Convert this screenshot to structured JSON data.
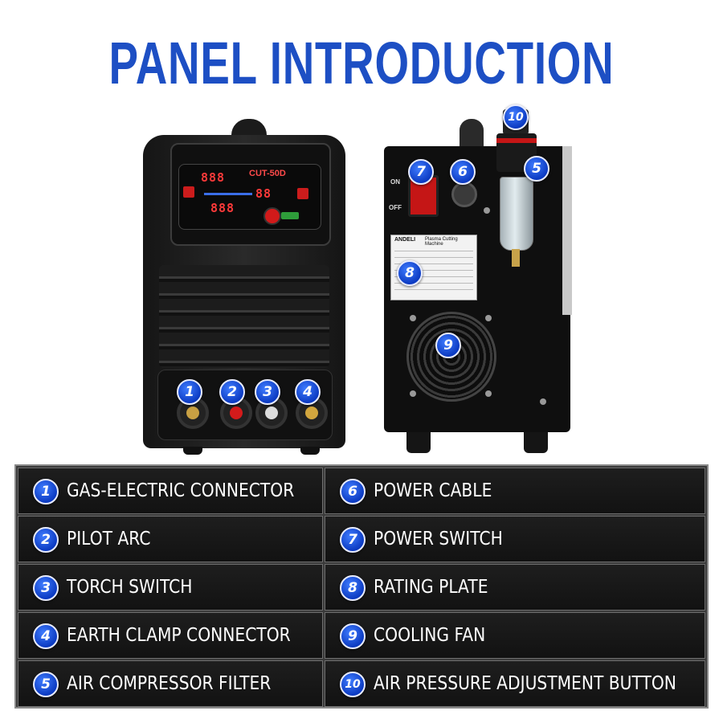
{
  "title": "PANEL INTRODUCTION",
  "front_unit": {
    "model_label": "CUT-50D",
    "display_top": "888",
    "display_middle": "88",
    "display_bottom": "888"
  },
  "back_unit": {
    "switch_on_label": "ON",
    "switch_off_label": "OFF",
    "rating_plate_brand": "ANDELI",
    "rating_plate_title": "Plasma Cutting Machine"
  },
  "callouts": {
    "c1": "1",
    "c2": "2",
    "c3": "3",
    "c4": "4",
    "c5": "5",
    "c6": "6",
    "c7": "7",
    "c8": "8",
    "c9": "9",
    "c10": "10"
  },
  "legend": {
    "left": [
      {
        "num": "1",
        "label": "GAS-ELECTRIC CONNECTOR"
      },
      {
        "num": "2",
        "label": "PILOT ARC"
      },
      {
        "num": "3",
        "label": "TORCH SWITCH"
      },
      {
        "num": "4",
        "label": "EARTH CLAMP CONNECTOR"
      },
      {
        "num": "5",
        "label": "AIR COMPRESSOR FILTER"
      }
    ],
    "right": [
      {
        "num": "6",
        "label": "POWER CABLE"
      },
      {
        "num": "7",
        "label": "POWER SWITCH"
      },
      {
        "num": "8",
        "label": "RATING PLATE"
      },
      {
        "num": "9",
        "label": "COOLING FAN"
      },
      {
        "num": "10",
        "label": "AIR PRESSURE ADJUSTMENT BUTTON"
      }
    ]
  },
  "colors": {
    "title_blue": "#1d4fc4",
    "badge_blue": "#0c3bc2",
    "legend_background": "#121212"
  }
}
